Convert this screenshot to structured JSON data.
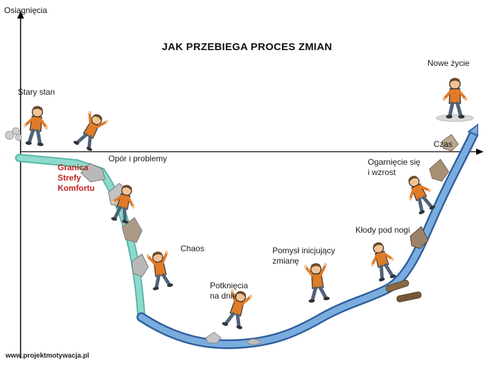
{
  "title": "JAK PRZEBIEGA PROCES ZMIAN",
  "axes": {
    "y_label": "Osiągnięcia",
    "x_label": "Czas"
  },
  "labels": {
    "old_state": "Stary stan",
    "comfort_zone_boundary": "Granica\nStrefy\nKomfortu",
    "resistance": "Opór i problemy",
    "chaos": "Chaos",
    "stumbles_at_bottom": "Potknięcia\nna dnie",
    "initiating_idea": "Pomysł inicjujący\nzmianę",
    "obstacles": "Kłody pod nogi",
    "recovery_and_growth": "Ogarnięcie się\ni wzrost",
    "new_life": "Nowe życie"
  },
  "watermark": "www.projektmotywacja.pl",
  "colors": {
    "comfort_zone_text": "#c22020",
    "descent_curve": "#8fd9cc",
    "descent_curve_edge": "#57b8a8",
    "ascent_curve": "#7aadde",
    "ascent_curve_edge": "#2f5f9e",
    "axis": "#000000",
    "shirt": "#e07b28",
    "pants": "#4f637a"
  },
  "figures": [
    "walking-man-old-state",
    "man-falling-off-edge",
    "man-climbing-down-cliff",
    "man-in-chaos",
    "man-stumbling-at-bottom",
    "man-running-with-idea",
    "man-over-logs",
    "man-climbing-up",
    "man-new-life"
  ]
}
